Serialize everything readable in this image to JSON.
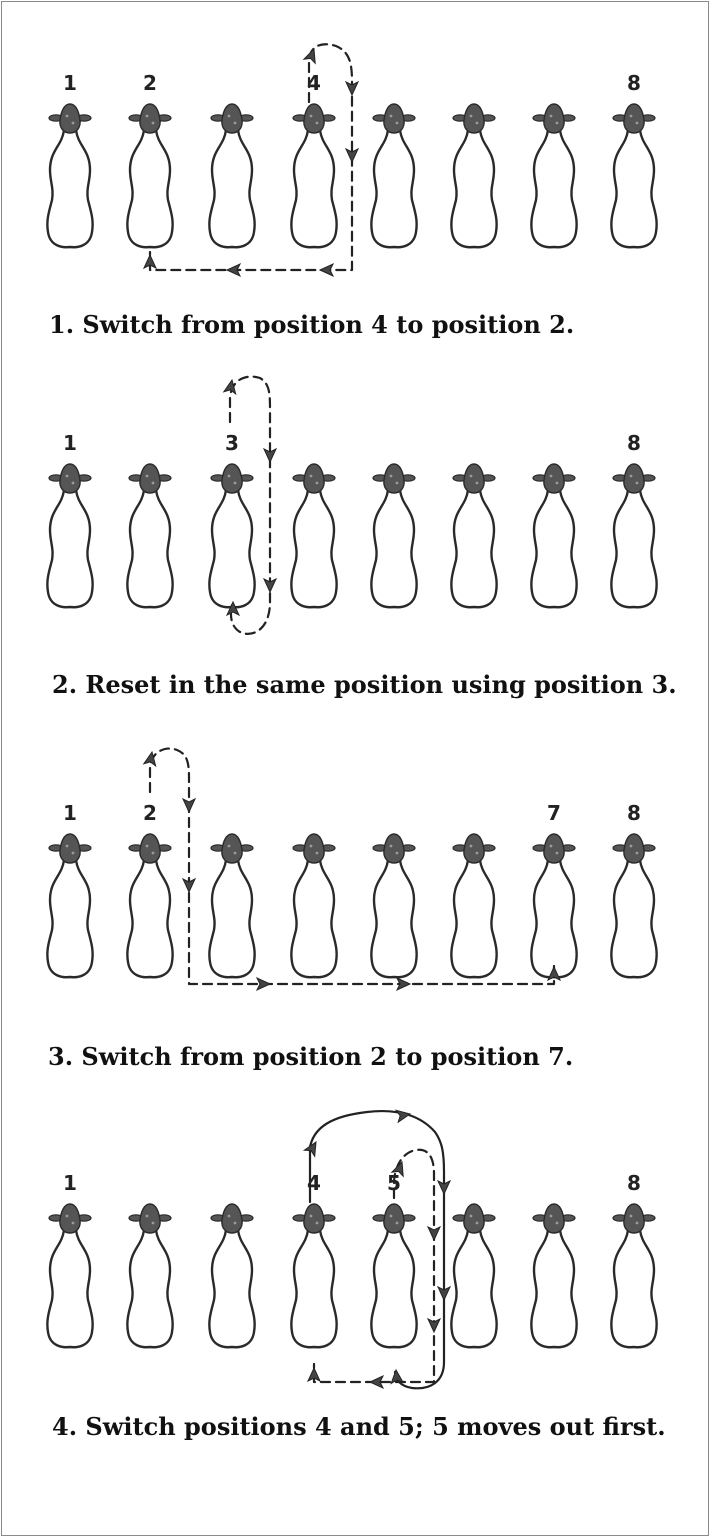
{
  "colors": {
    "outline": "#2a2a2a",
    "head": "#555555",
    "path": "#222222",
    "arrowhead": "#444444"
  },
  "diagrams": [
    {
      "labels": [
        {
          "slot": 0,
          "text": "1"
        },
        {
          "slot": 1,
          "text": "2"
        },
        {
          "slot": 3,
          "text": "4"
        },
        {
          "slot": 7,
          "text": "8"
        }
      ],
      "caption": "1. Switch from position 4 to position 2."
    },
    {
      "labels": [
        {
          "slot": 0,
          "text": "1"
        },
        {
          "slot": 2,
          "text": "3"
        },
        {
          "slot": 7,
          "text": "8"
        }
      ],
      "caption": "2. Reset in the same position using position 3."
    },
    {
      "labels": [
        {
          "slot": 0,
          "text": "1"
        },
        {
          "slot": 1,
          "text": "2"
        },
        {
          "slot": 6,
          "text": "7"
        },
        {
          "slot": 7,
          "text": "8"
        }
      ],
      "caption": "3. Switch from position 2 to position 7."
    },
    {
      "labels": [
        {
          "slot": 0,
          "text": "1"
        },
        {
          "slot": 3,
          "text": "4"
        },
        {
          "slot": 4,
          "text": "5"
        },
        {
          "slot": 7,
          "text": "8"
        }
      ],
      "caption": "4. Switch positions 4 and 5; 5 moves out first."
    }
  ]
}
